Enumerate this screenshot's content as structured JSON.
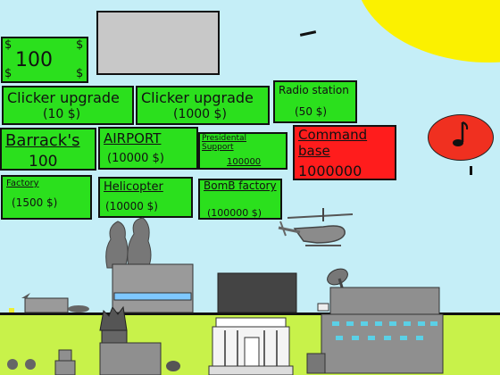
{
  "money": {
    "currency": "$",
    "amount": "100"
  },
  "buttons": {
    "clicker1": {
      "name": "Clicker upgrade",
      "price": "(10 $)"
    },
    "clicker2": {
      "name": "Clicker upgrade",
      "price": "(1000 $)"
    },
    "radio": {
      "name": "Radio station",
      "price": "(50 $)"
    },
    "barracks": {
      "name": "Barrack's",
      "price": "100"
    },
    "airport": {
      "name": "AIRPORT",
      "price": "(10000 $)"
    },
    "presidential": {
      "name": "Presidental Support",
      "price": "100000"
    },
    "command": {
      "name": "Command base",
      "price": "1000000"
    },
    "factory": {
      "name": "Factory",
      "price": "(1500 $)"
    },
    "helicopter": {
      "name": "Helicopter",
      "price": "(10000 $)"
    },
    "bomb": {
      "name": "BomB factory",
      "price": "(100000 $)"
    }
  },
  "music_icon": "music-note-icon",
  "colors": {
    "sky": "#c5eef7",
    "button": "#2be01d",
    "danger": "#ff1c1c",
    "sun": "#fbf100",
    "grass": "#c8f24a"
  }
}
